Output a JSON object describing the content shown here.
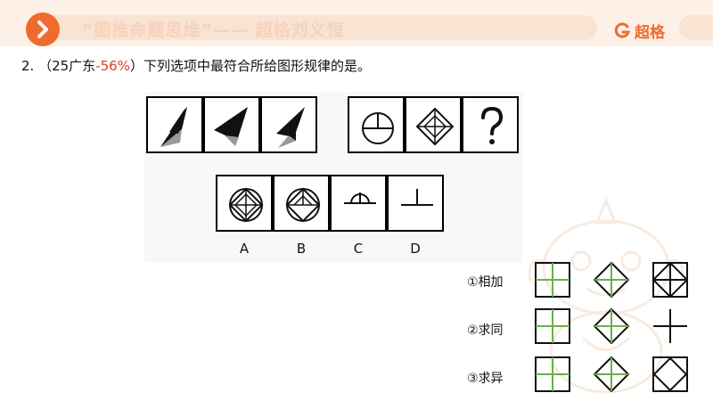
{
  "header": {
    "title": "“图推命题思维”—— 超格刘义恒",
    "brand": "超格",
    "accent": "#ef6b2d"
  },
  "question": {
    "number": "2.",
    "source_open": "（25广东",
    "accuracy": "-56%",
    "source_close": "）",
    "stem": "下列选项中最符合所给图形规律的是。"
  },
  "figure": {
    "sequence_1": [
      "arrow-shape-1",
      "arrow-shape-2",
      "arrow-shape-3"
    ],
    "sequence_2": [
      "circle-half-cross",
      "diamond-in-square",
      "question-mark"
    ],
    "options": [
      {
        "label": "A",
        "icon": "circle-diamond-cross-full"
      },
      {
        "label": "B",
        "icon": "circle-diamond-cross-upper"
      },
      {
        "label": "C",
        "icon": "semicircle-on-line"
      },
      {
        "label": "D",
        "icon": "inverted-t"
      }
    ]
  },
  "methods": [
    {
      "label": "①相加",
      "icons": [
        "square-green-cross",
        "diamond-green-cross",
        "square-diamond-x-result"
      ]
    },
    {
      "label": "②求同",
      "icons": [
        "square-green-cross",
        "diamond-green-cross",
        "cross-result"
      ]
    },
    {
      "label": "③求异",
      "icons": [
        "square-green-cross",
        "diamond-green-cross",
        "square-diamond-result"
      ]
    }
  ],
  "colors": {
    "highlight_green": "#6ab04c",
    "accuracy_red": "#e03a2c"
  }
}
